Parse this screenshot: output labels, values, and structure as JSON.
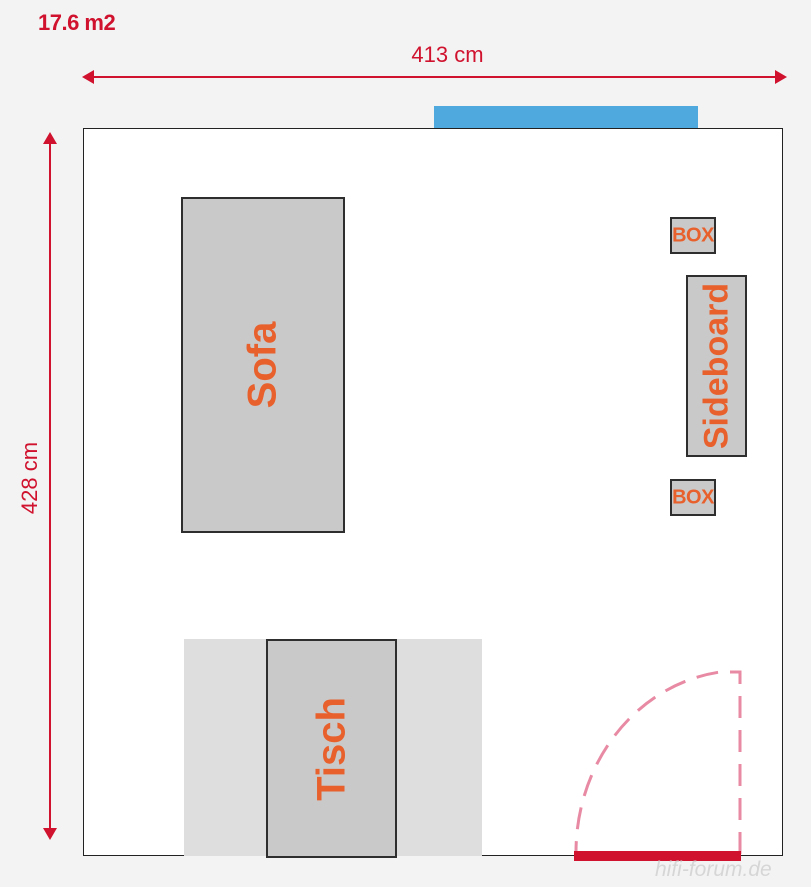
{
  "area": "17.6 m2",
  "dimensions": {
    "width_label": "413 cm",
    "height_label": "428 cm"
  },
  "furniture": {
    "sofa": "Sofa",
    "sideboard": "Sideboard",
    "box_top": "BOX",
    "box_bottom": "BOX",
    "table": "Tisch"
  },
  "watermark": "hifi-forum.de",
  "colors": {
    "accent_red": "#d0122e",
    "label_orange": "#e8602c",
    "window_blue": "#4fa8de",
    "furniture_gray": "#c9c9c9",
    "rug_gray": "#dedede",
    "door_swing_pink": "#e88aa3"
  }
}
